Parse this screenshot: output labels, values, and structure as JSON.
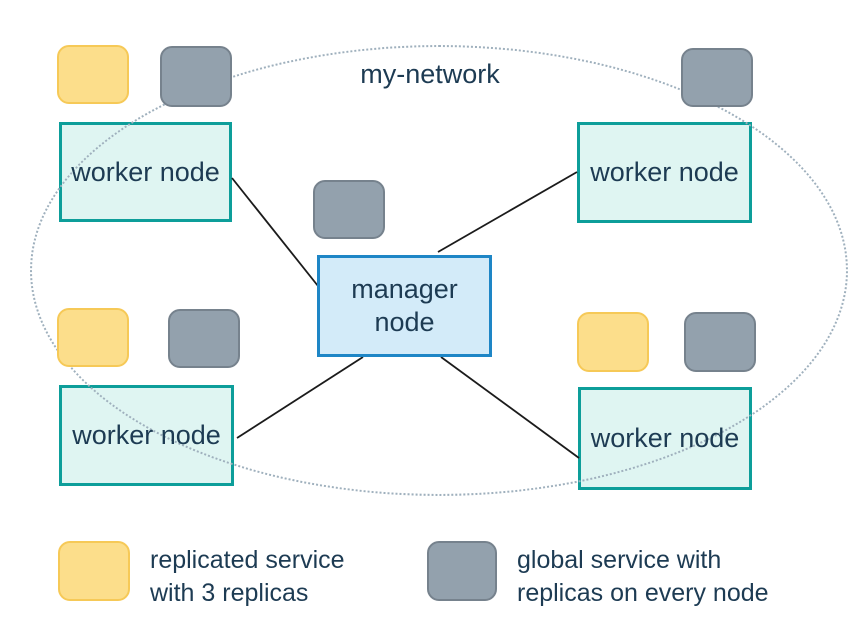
{
  "diagram": {
    "network_label": "my-network",
    "nodes": {
      "manager": {
        "line1": "manager",
        "line2": "node"
      },
      "worker_top_left": {
        "label": "worker node"
      },
      "worker_top_right": {
        "label": "worker node"
      },
      "worker_bottom_left": {
        "label": "worker node"
      },
      "worker_bottom_right": {
        "label": "worker node"
      }
    },
    "connections": [
      "worker-top-left to manager",
      "manager to worker-top-right",
      "manager to worker-bottom-left",
      "manager to worker-bottom-right"
    ]
  },
  "legend": {
    "replicated": {
      "line1": "replicated service",
      "line2": "with 3 replicas"
    },
    "global": {
      "line1": "global service with",
      "line2": "replicas on every node"
    }
  },
  "colors": {
    "worker_fill": "#dff5f2",
    "worker_border": "#0d9e9a",
    "manager_fill": "#d3ebf9",
    "manager_border": "#1e86c6",
    "replicated_fill": "#fcde8b",
    "replicated_border": "#f6c957",
    "global_fill": "#93a1ad",
    "global_border": "#76828d",
    "network_outline": "#9fb0bd",
    "text": "#1d3b53",
    "connection_line": "#1b1b1b"
  }
}
